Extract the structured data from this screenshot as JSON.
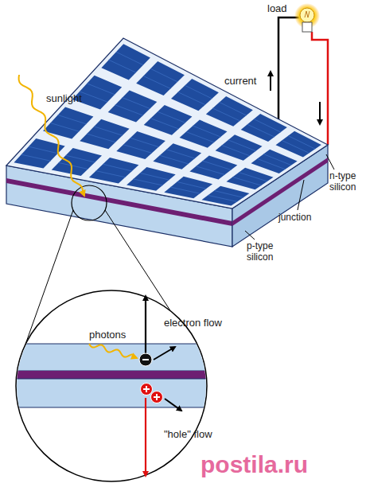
{
  "diagram": {
    "labels": [
      "load",
      "current",
      "sunlight",
      "n-type silicon",
      "junction",
      "p-type silicon",
      "photons",
      "electron flow",
      "\"hole\" flow",
      "postila.ru"
    ]
  }
}
